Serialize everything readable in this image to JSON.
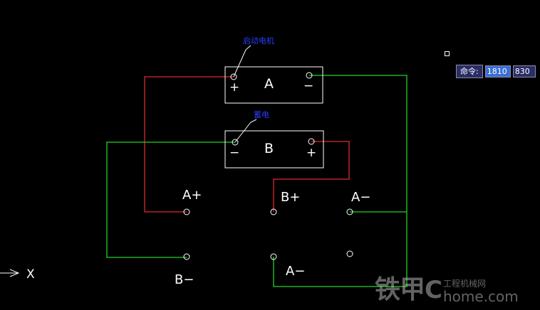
{
  "labels": {
    "starter": "启动电机",
    "battery": "蓄电",
    "box_a": "A",
    "box_b": "B",
    "plus": "+",
    "minus": "−",
    "term_a_plus": "A+",
    "term_b_plus": "B+",
    "term_a_minus_top": "A−",
    "term_b_minus": "B−",
    "term_a_minus_bottom": "A−",
    "axis_x": "X"
  },
  "command": {
    "label": "命令:",
    "value_x": "1810",
    "value_y": "830"
  },
  "watermark": {
    "brand": "铁甲",
    "site": "工程机械网",
    "domain": "home.com"
  },
  "colors": {
    "wire_red": "#e0282a",
    "wire_green": "#22d22a",
    "shape_white": "#ffffff",
    "annotation_blue": "#2a3cff"
  }
}
